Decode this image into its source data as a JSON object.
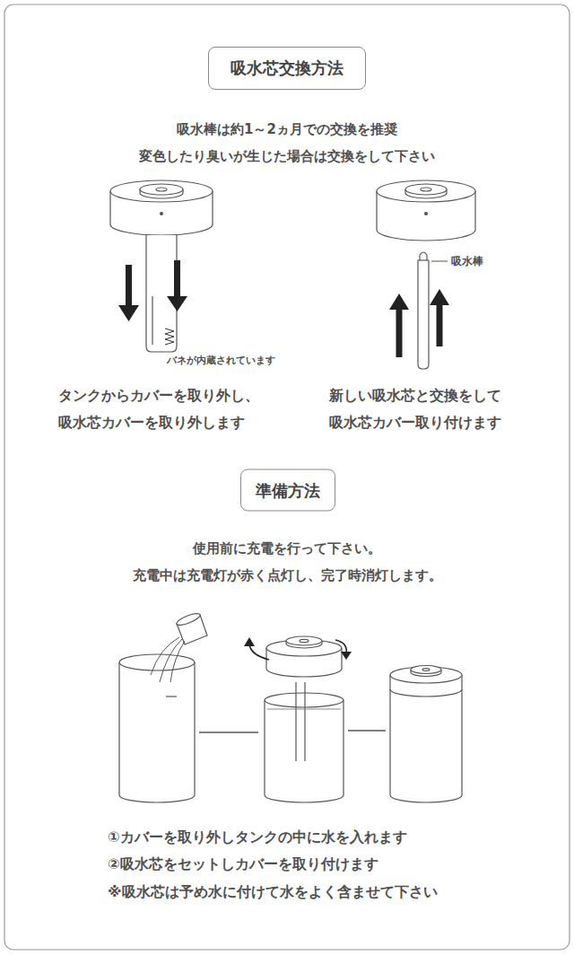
{
  "diagram": {
    "title": "吸水芯交換方法",
    "nodes": [
      {
        "text": [
          "吸水芯交換方法"
        ]
      },
      {
        "text": [
          "準備方法"
        ]
      }
    ],
    "labels": [
      "吸水棒は約1～2ヵ月での交換を推奨 変色したり臭いが生じた場合は交換をして下さい",
      "バネが内蔵されています",
      "吸水棒",
      "タンクからカバーを取り外し、 吸水芯カバーを取り外します",
      "新しい吸水芯と交換をして 吸水芯カバー取り付けます",
      "使用前に充電を行って下さい。 充電中は充電灯が赤く点灯し、完了時消灯します。",
      "①カバーを取り外しタンクの中に水を入れます",
      "②吸水芯をセットしカバーを取り付けます",
      "※吸水芯は予め水に付けて水をよく含ませて下さい"
    ]
  }
}
